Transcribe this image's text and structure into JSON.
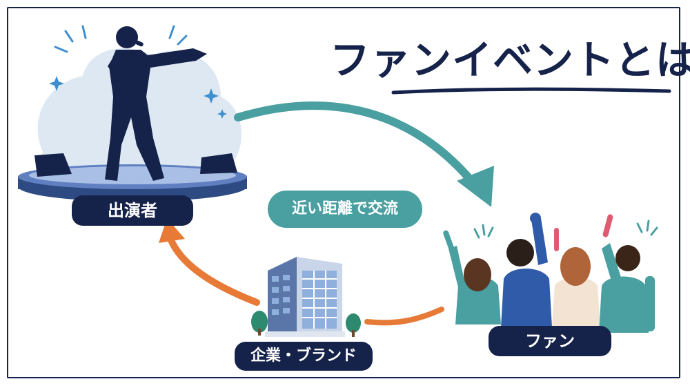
{
  "title": "ファンイベントとは",
  "nodes": {
    "performer": "出演者",
    "fans": "ファン",
    "company": "企業・ブランド"
  },
  "interaction_label": "近い距離で交流",
  "colors": {
    "navy": "#15224a",
    "teal": "#4a9fa0",
    "orange": "#e67a36",
    "stage_blue": "#3b5a9a",
    "bg_blob": "#dde8f3"
  },
  "icons": [
    "singer-silhouette-icon",
    "stage-icon",
    "speaker-icon",
    "sparkle-icon",
    "office-building-icon",
    "tree-icon",
    "fan-crowd-icon",
    "glowstick-icon"
  ]
}
